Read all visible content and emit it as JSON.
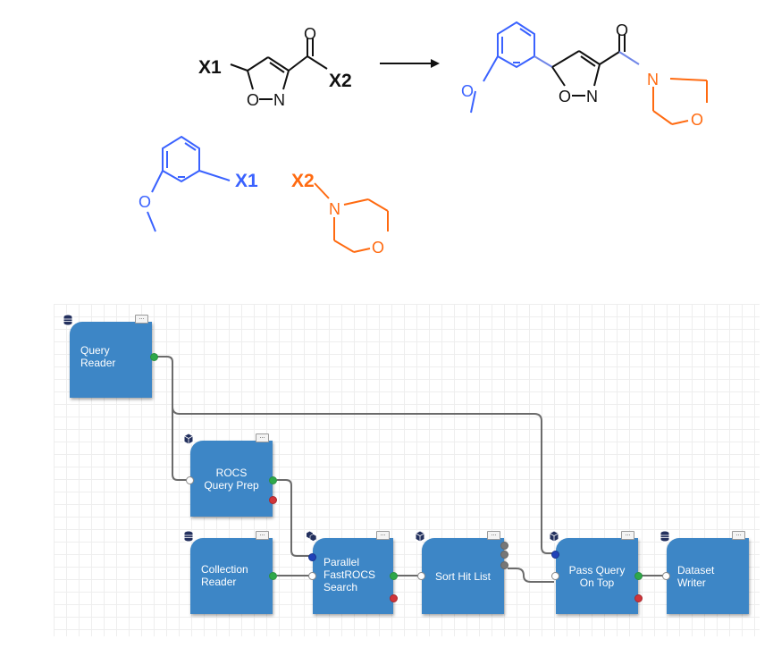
{
  "scheme": {
    "template": {
      "x1_label": "X1",
      "x2_label": "X2",
      "ring_o": "O",
      "ring_n": "N",
      "carbonyl_o": "O"
    },
    "product": {
      "ring_o": "O",
      "ring_n": "N",
      "carbonyl_o": "O",
      "morpholine_n": "N",
      "morpholine_o": "O"
    },
    "reagent_x1": {
      "label": "X1",
      "methoxy_o": "O"
    },
    "reagent_x2": {
      "label": "X2",
      "n": "N",
      "o": "O"
    },
    "colors": {
      "x1": "#3a62ff",
      "x2": "#ff6a10",
      "core": "#111111",
      "aryl_bond": "#7086e8"
    }
  },
  "workflow": {
    "nodes": {
      "query_reader": {
        "label": "Query\nReader",
        "menu": "..."
      },
      "rocs_query_prep": {
        "label": "ROCS\nQuery Prep",
        "menu": "..."
      },
      "collection_reader": {
        "label": "Collection\nReader",
        "menu": "..."
      },
      "parallel_fastrocs": {
        "label": "Parallel\nFastROCS\nSearch",
        "menu": "..."
      },
      "sort_hit_list": {
        "label": "Sort Hit List",
        "menu": "..."
      },
      "pass_query_on_top": {
        "label": "Pass Query\nOn Top",
        "menu": "..."
      },
      "dataset_writer": {
        "label": "Dataset\nWriter",
        "menu": "..."
      }
    },
    "colors": {
      "node": "#3d86c6",
      "wire": "#6b6b6b",
      "port_out": "#2ea84a",
      "port_fail": "#d0343a",
      "port_query": "#2142b8"
    }
  }
}
